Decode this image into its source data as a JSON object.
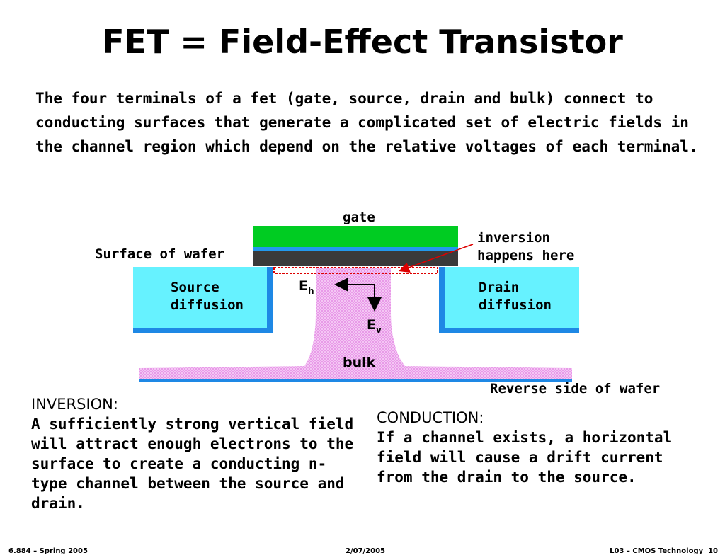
{
  "slide": {
    "title": "FET = Field-Effect Transistor",
    "intro": "The four terminals of a fet (gate, source, drain and bulk) connect to conducting surfaces that generate a complicated set of electric fields in the channel region which depend on the relative voltages of each terminal."
  },
  "diagram": {
    "gate_label": "gate",
    "surface_label": "Surface of wafer",
    "inversion_line1": "inversion",
    "inversion_line2": "happens here",
    "source_line1": "Source",
    "source_line2": "diffusion",
    "drain_line1": "Drain",
    "drain_line2": "diffusion",
    "eh_main": "E",
    "eh_sub": "h",
    "ev_main": "E",
    "ev_sub": "v",
    "bulk_label": "bulk",
    "reverse_label": "Reverse side of wafer",
    "colors": {
      "gate": "#00cc22",
      "oxide_line": "#2299ee",
      "poly": "#3a3a3a",
      "diffusion_fill": "#66f2ff",
      "diffusion_edge": "#1e88e5",
      "bulk_pink": "#ee99ee",
      "channel_red": "#dd0000"
    }
  },
  "inversion_block": {
    "heading": "INVERSION:",
    "body": "A sufficiently strong vertical field will attract enough electrons to the surface to create a conducting n-type channel between the source and drain."
  },
  "conduction_block": {
    "heading": "CONDUCTION:",
    "body": "If a channel exists, a horizontal field will cause a drift current from the drain to the source."
  },
  "footer": {
    "left": "6.884 – Spring 2005",
    "center": "2/07/2005",
    "right": "L03 – CMOS Technology  10"
  }
}
